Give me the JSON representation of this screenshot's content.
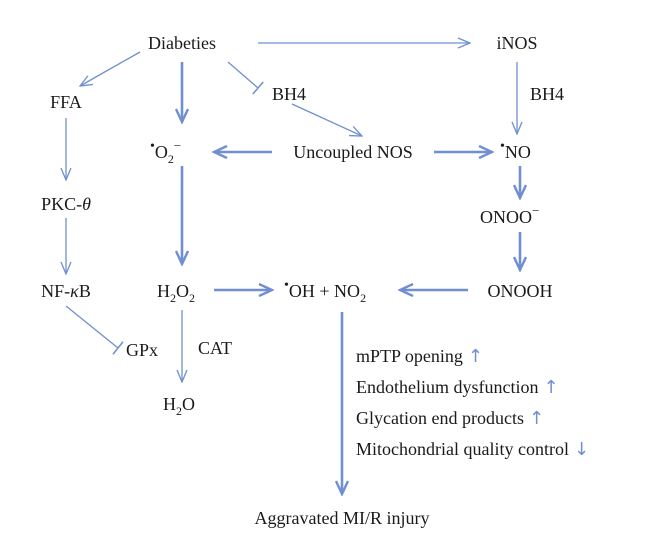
{
  "nodes": {
    "diabeties": "Diabeties",
    "inos": "iNOS",
    "ffa": "FFA",
    "bh4_mid": "BH4",
    "bh4_right": "BH4",
    "superoxide_radical_dot": "•",
    "superoxide_o": "O",
    "superoxide_sub": "2",
    "superoxide_sup": "−",
    "uncoupled_nos": "Uncoupled NOS",
    "no_dot": "•",
    "no": "NO",
    "pkc_base": "PKC-",
    "pkc_theta": "θ",
    "onoo_base": "ONOO",
    "onoo_sup": "−",
    "nfkb_base": "NF-",
    "nfkb_kappa": "κ",
    "nfkb_b": "B",
    "h2o2_h": "H",
    "h2o2_sub1": "2",
    "h2o2_o": "O",
    "h2o2_sub2": "2",
    "oh_dot": "•",
    "oh_text": "OH + NO",
    "oh_sub": "2",
    "onooh": "ONOOH",
    "gpx": "GPx",
    "cat": "CAT",
    "h2o_h": "H",
    "h2o_sub": "2",
    "h2o_o": "O",
    "outcome": "Aggravated MI/R injury"
  },
  "effects": [
    {
      "label": "mPTP opening",
      "trend": "↑"
    },
    {
      "label": "Endothelium dysfunction",
      "trend": "↑"
    },
    {
      "label": "Glycation end products",
      "trend": "↑"
    },
    {
      "label": "Mitochondrial quality control",
      "trend": "↓"
    }
  ],
  "colors": {
    "arrow": "#6f8fd0",
    "text": "#1a1a1a"
  }
}
